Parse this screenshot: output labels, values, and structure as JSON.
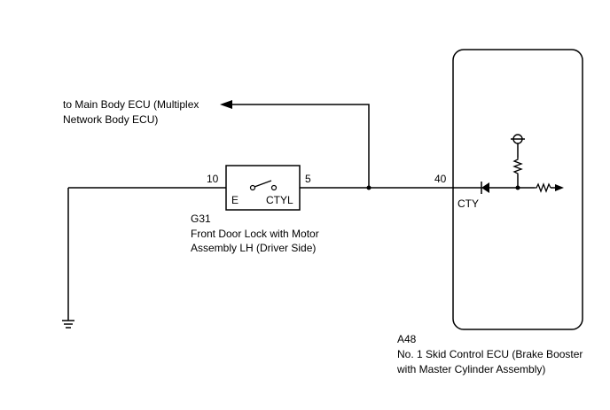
{
  "main_body_ecu": {
    "line1": "to Main Body ECU (Multiplex",
    "line2": "Network Body ECU)"
  },
  "g31": {
    "code": "G31",
    "name_line1": "Front Door Lock with Motor",
    "name_line2": "Assembly LH (Driver Side)",
    "pin_left": "10",
    "pin_right": "5",
    "terminal_left": "E",
    "terminal_right": "CTYL"
  },
  "a48": {
    "code": "A48",
    "name_line1": "No. 1 Skid Control ECU (Brake Booster",
    "name_line2": "with Master Cylinder Assembly)",
    "pin": "40",
    "terminal": "CTY"
  }
}
